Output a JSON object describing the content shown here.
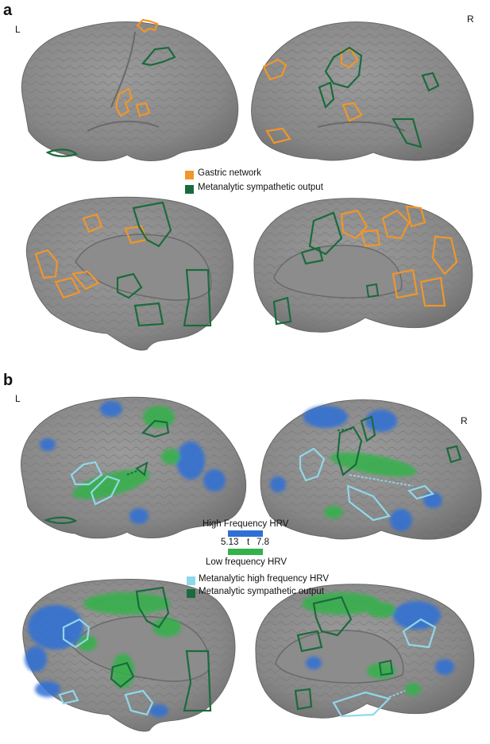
{
  "panel_a": {
    "letter": "a",
    "left_label": "L",
    "right_label": "R",
    "legend": [
      {
        "label": "Gastric network",
        "color": "#f0962a"
      },
      {
        "label": "Metanalytic sympathetic output",
        "color": "#1a6b3c"
      }
    ]
  },
  "panel_b": {
    "letter": "b",
    "left_label": "L",
    "right_label": "R",
    "colorbar": {
      "high_label": "High Frequency HRV",
      "low_label": "Low frequency HRV",
      "min": "5.13",
      "mid": "t",
      "max": "7.8",
      "high_color": "#2f6fd6",
      "low_color": "#33b24a"
    },
    "legend": [
      {
        "label": "Metanalytic high frequency HRV",
        "color": "#7fd3e6"
      },
      {
        "label": "Metanalytic sympathetic output",
        "color": "#1a6b3c"
      }
    ]
  },
  "colors": {
    "brain": "#8e8e8e",
    "brain_dark": "#6f6f6f",
    "gastric": "#f0962a",
    "sympathetic": "#1a6b3c",
    "hf_meta": "#8fd8ea"
  }
}
